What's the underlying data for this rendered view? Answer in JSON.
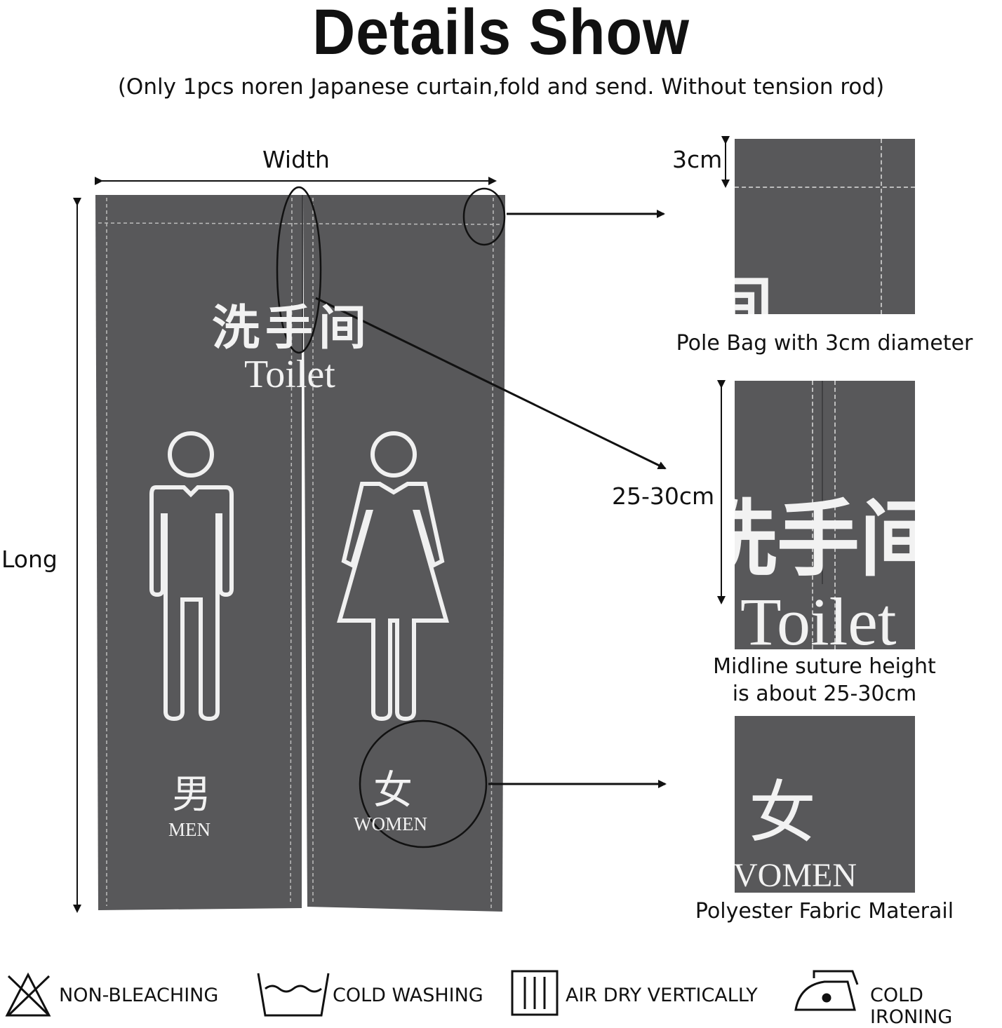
{
  "title": "Details Show",
  "subtitle": "(Only 1pcs noren Japanese curtain,fold and send. Without tension rod)",
  "dimensions": {
    "width_label": "Width",
    "long_label": "Long",
    "pole_label": "3cm",
    "suture_label": "25-30cm"
  },
  "curtain": {
    "chinese_title": "洗手间",
    "english_title": "Toilet",
    "men_cjk": "男",
    "men_label": "MEN",
    "women_cjk": "女",
    "women_label": "WOMEN"
  },
  "details": {
    "pole_caption": "Pole Bag with 3cm diameter",
    "suture_caption_line1": "Midline suture height",
    "suture_caption_line2": "is about 25-30cm",
    "material_caption": "Polyester Fabric Materail",
    "zoom_suture_cjk": "洗手间",
    "zoom_suture_text": "Toilet",
    "zoom_pole_cjk": "间",
    "zoom_women_cjk": "女",
    "zoom_women_text": "VOMEN"
  },
  "care": [
    {
      "label": "NON-BLEACHING",
      "icon": "no-bleach-icon"
    },
    {
      "label": "COLD WASHING",
      "icon": "cold-wash-icon"
    },
    {
      "label": "AIR DRY VERTICALLY",
      "icon": "air-dry-icon"
    },
    {
      "label": "COLD IRONING",
      "icon": "cold-iron-icon"
    }
  ],
  "colors": {
    "fabric": "#58585a",
    "print": "#f2f2f2",
    "text": "#111111"
  }
}
